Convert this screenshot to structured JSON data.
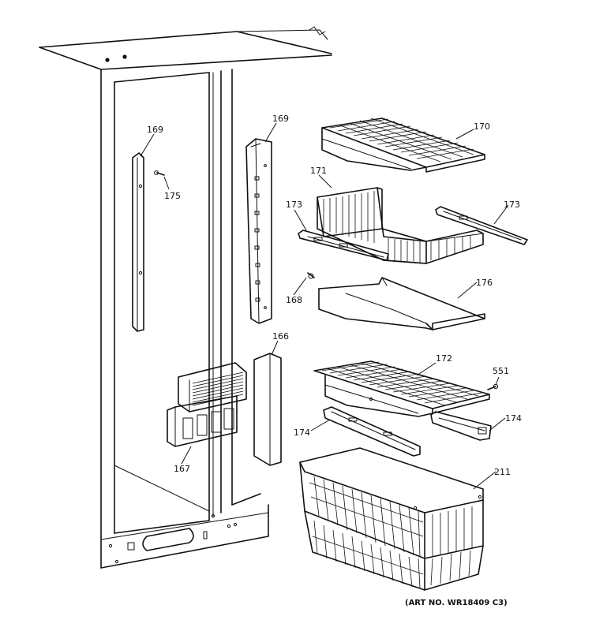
{
  "callouts": {
    "c169_left": "169",
    "c169_right": "169",
    "c175": "175",
    "c170": "170",
    "c171": "171",
    "c173_left": "173",
    "c173_right": "173",
    "c168": "168",
    "c176": "176",
    "c166": "166",
    "c172": "172",
    "c551": "551",
    "c174_left": "174",
    "c174_right": "174",
    "c167": "167",
    "c211": "211"
  },
  "art_number": "(ART NO. WR18409 C3)"
}
